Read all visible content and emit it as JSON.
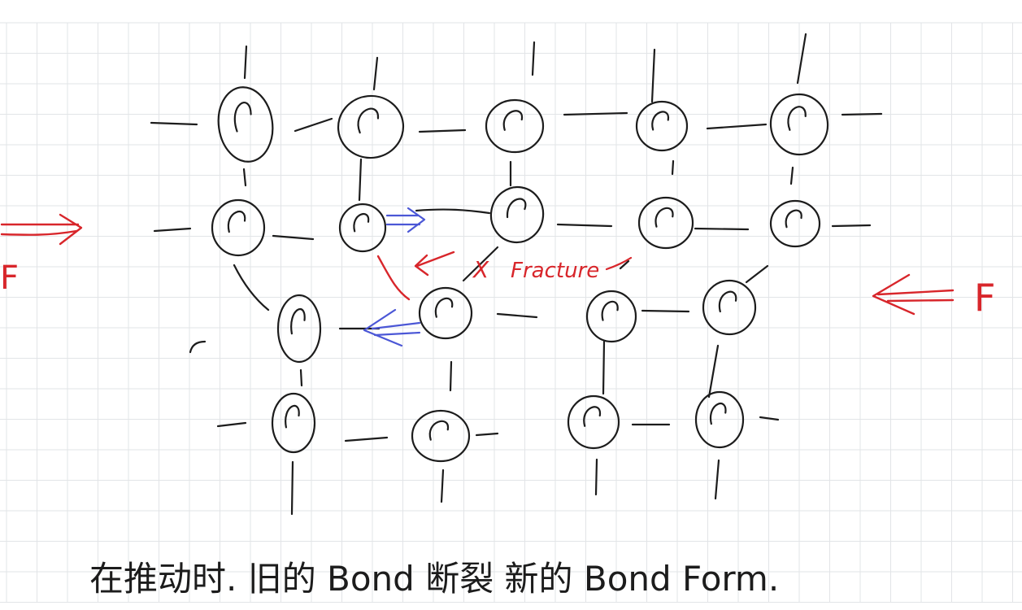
{
  "left_force": {
    "label": "F"
  },
  "right_force": {
    "label": "F"
  },
  "fracture": {
    "mark": "X",
    "label": "Fracture"
  },
  "caption": {
    "text": "在推动时. 旧的 Bond 断裂 新的 Bond Form."
  },
  "colors": {
    "paper": "#ffffff",
    "grid": "#e2e4e7",
    "ink": "#1c1c1c",
    "force": "#d8262b",
    "new_bond": "#4b57d6"
  },
  "atoms": [
    {
      "row": 1,
      "col": 1
    },
    {
      "row": 1,
      "col": 2
    },
    {
      "row": 1,
      "col": 3
    },
    {
      "row": 1,
      "col": 4
    },
    {
      "row": 1,
      "col": 5
    },
    {
      "row": 2,
      "col": 1
    },
    {
      "row": 2,
      "col": 2
    },
    {
      "row": 2,
      "col": 3
    },
    {
      "row": 2,
      "col": 4
    },
    {
      "row": 2,
      "col": 5
    },
    {
      "row": 3,
      "col": 1
    },
    {
      "row": 3,
      "col": 2
    },
    {
      "row": 3,
      "col": 3
    },
    {
      "row": 3,
      "col": 4
    },
    {
      "row": 4,
      "col": 1
    },
    {
      "row": 4,
      "col": 2
    },
    {
      "row": 4,
      "col": 3
    },
    {
      "row": 4,
      "col": 4
    }
  ]
}
